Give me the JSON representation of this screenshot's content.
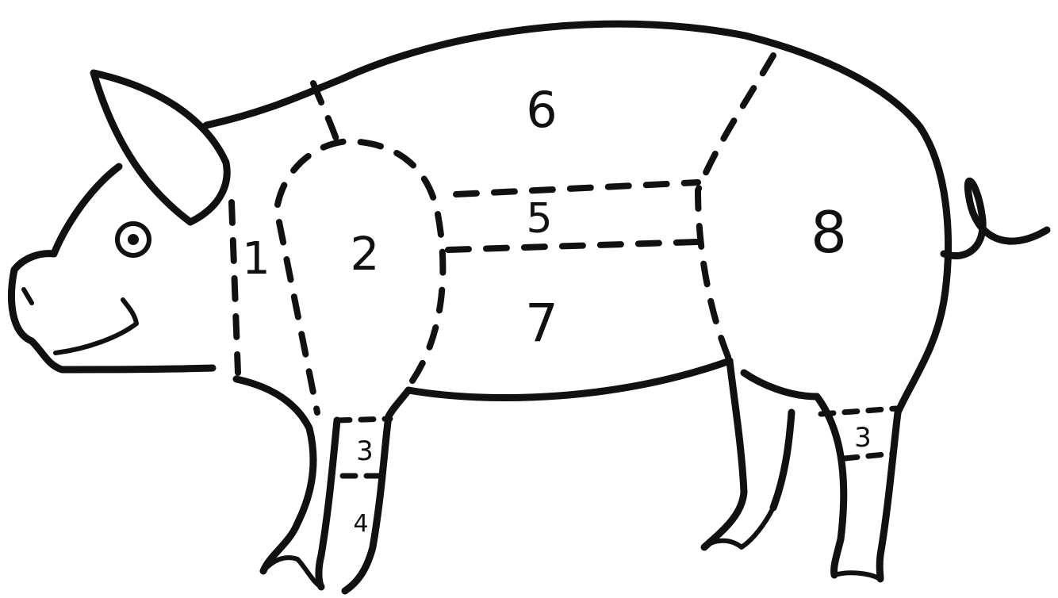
{
  "diagram": {
    "labels": {
      "section_1": "1",
      "section_2": "2",
      "section_3_front": "3",
      "section_3_rear": "3",
      "section_4": "4",
      "section_5": "5",
      "section_6": "6",
      "section_7": "7",
      "section_8": "8"
    },
    "colors": {
      "ink": "#111111",
      "paper": "#ffffff"
    }
  }
}
